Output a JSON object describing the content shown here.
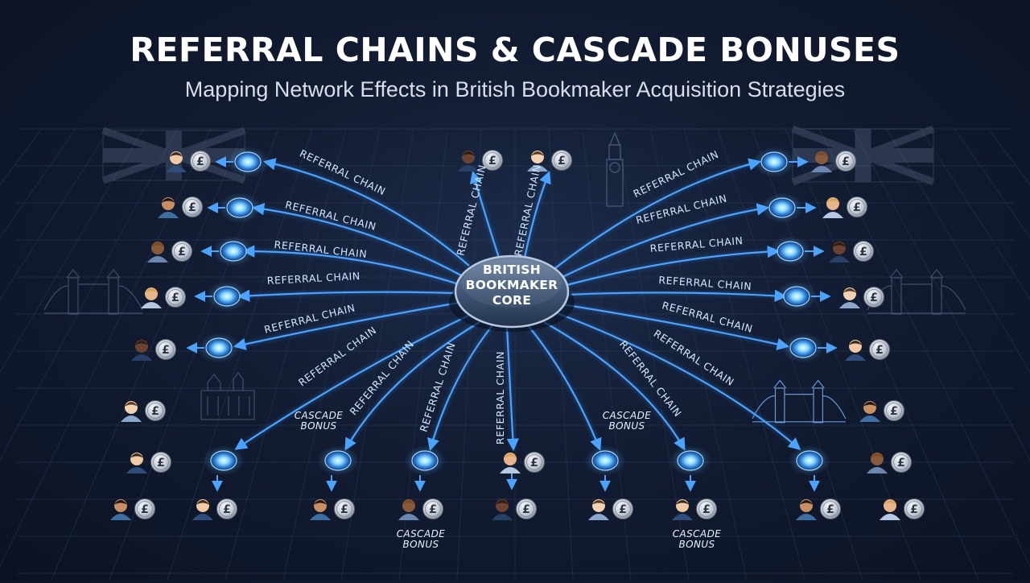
{
  "header": {
    "title": "REFERRAL CHAINS & CASCADE BONUSES",
    "subtitle": "Mapping Network Effects in British Bookmaker Acquisition Strategies"
  },
  "core": {
    "lines": [
      "BRITISH",
      "BOOKMAKER",
      "CORE"
    ]
  },
  "labels": {
    "referral_chain": "REFERRAL CHAIN",
    "cascade_bonus": [
      "CASCADE",
      "BONUS"
    ],
    "currency_symbol": "£"
  },
  "colors": {
    "background": "#121c32",
    "link": "#4aa3ff",
    "node_glow": "#7fd0ff",
    "core_fill": "#4a6280",
    "text": "#ffffff"
  },
  "icons": [
    "person-icon",
    "pound-coin-icon",
    "union-jack-icon",
    "big-ben-icon",
    "tower-bridge-icon",
    "westminster-icon"
  ]
}
